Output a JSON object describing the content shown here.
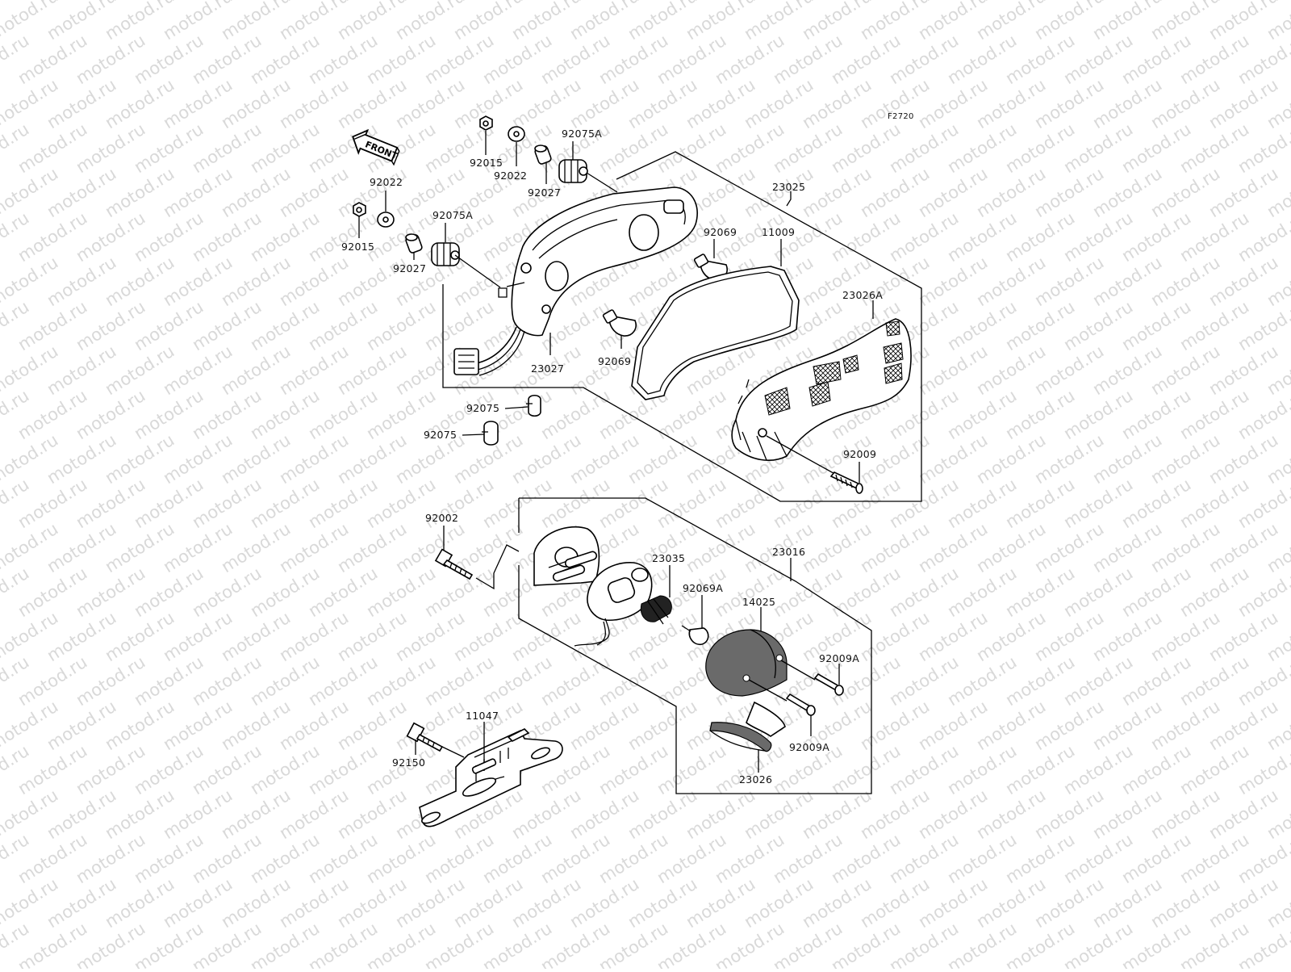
{
  "diagram_code": "F2720",
  "watermark": "motod.ru",
  "front_label": "FRONT",
  "labels": {
    "92015_a": "92015",
    "92022_a": "92022",
    "92075A_a": "92075A",
    "92027_a": "92027",
    "92022_b": "92022",
    "92075A_b": "92075A",
    "92015_b": "92015",
    "92027_b": "92027",
    "23025": "23025",
    "92069_a": "92069",
    "11009": "11009",
    "23026A": "23026A",
    "23027": "23027",
    "92069_b": "92069",
    "92075_a": "92075",
    "92075_b": "92075",
    "92009": "92009",
    "92002": "92002",
    "23035": "23035",
    "23016": "23016",
    "92069A": "92069A",
    "14025": "14025",
    "92009A_a": "92009A",
    "92009A_b": "92009A",
    "11047": "11047",
    "92150": "92150",
    "23026": "23026"
  }
}
